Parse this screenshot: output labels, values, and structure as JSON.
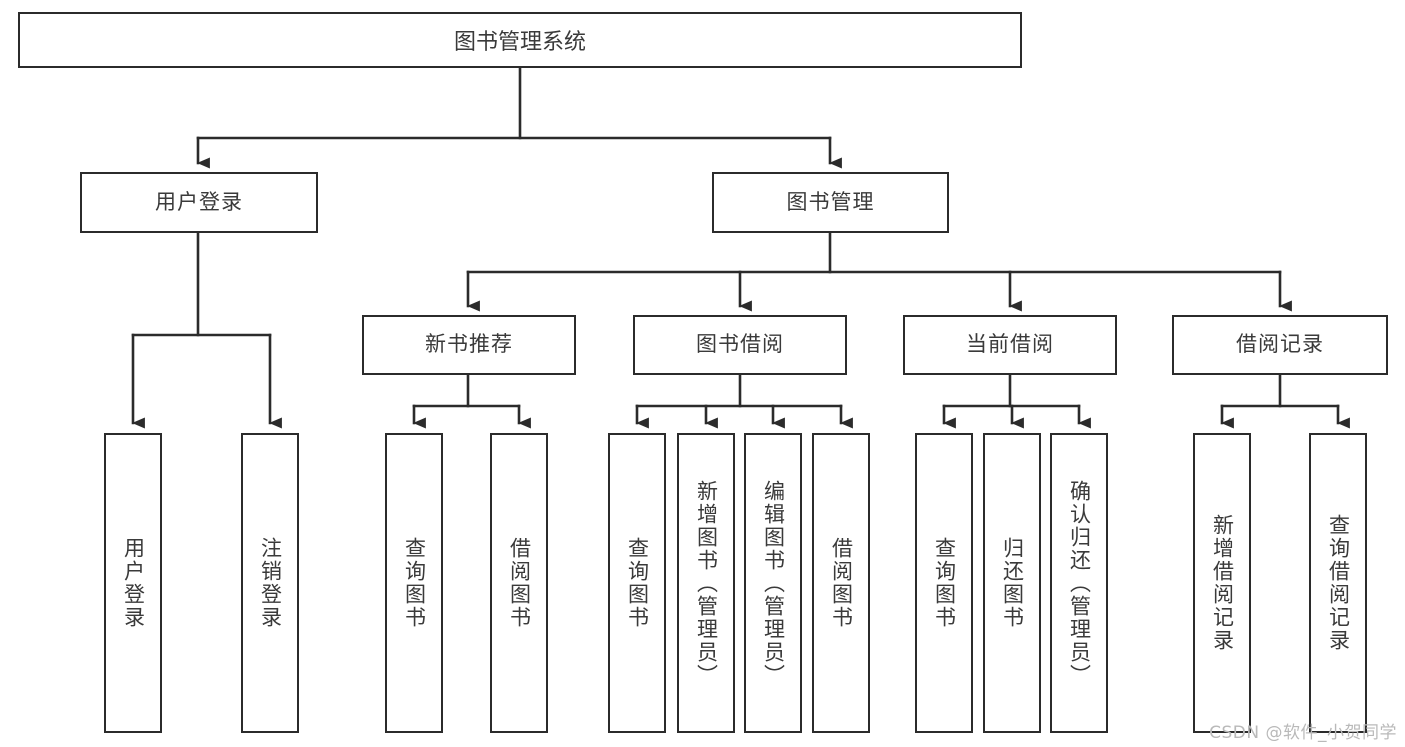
{
  "diagram": {
    "type": "tree-hierarchy",
    "title": "图书管理系统",
    "root": {
      "id": "root",
      "label": "图书管理系统"
    },
    "level1": [
      {
        "id": "user-login",
        "label": "用户登录"
      },
      {
        "id": "book-manage",
        "label": "图书管理"
      }
    ],
    "level2": [
      {
        "id": "new-book-recommend",
        "label": "新书推荐",
        "parent": "book-manage"
      },
      {
        "id": "book-borrow",
        "label": "图书借阅",
        "parent": "book-manage"
      },
      {
        "id": "current-borrow",
        "label": "当前借阅",
        "parent": "book-manage"
      },
      {
        "id": "borrow-record",
        "label": "借阅记录",
        "parent": "book-manage"
      }
    ],
    "leaves": [
      {
        "id": "leaf-user-login",
        "label": "用户登录",
        "parent": "user-login"
      },
      {
        "id": "leaf-logout",
        "label": "注销登录",
        "parent": "user-login"
      },
      {
        "id": "leaf-query-book-1",
        "label": "查询图书",
        "parent": "new-book-recommend"
      },
      {
        "id": "leaf-borrow-book-1",
        "label": "借阅图书",
        "parent": "new-book-recommend"
      },
      {
        "id": "leaf-query-book-2",
        "label": "查询图书",
        "parent": "book-borrow"
      },
      {
        "id": "leaf-add-book",
        "label": "新增图书（管理员）",
        "parent": "book-borrow"
      },
      {
        "id": "leaf-edit-book",
        "label": "编辑图书（管理员）",
        "parent": "book-borrow"
      },
      {
        "id": "leaf-borrow-book-2",
        "label": "借阅图书",
        "parent": "book-borrow"
      },
      {
        "id": "leaf-query-book-3",
        "label": "查询图书",
        "parent": "current-borrow"
      },
      {
        "id": "leaf-return-book",
        "label": "归还图书",
        "parent": "current-borrow"
      },
      {
        "id": "leaf-confirm-return",
        "label": "确认归还（管理员）",
        "parent": "current-borrow"
      },
      {
        "id": "leaf-add-record",
        "label": "新增借阅记录",
        "parent": "borrow-record"
      },
      {
        "id": "leaf-query-record",
        "label": "查询借阅记录",
        "parent": "borrow-record"
      }
    ],
    "colors": {
      "stroke": "#2b2b2b",
      "text": "#3a3a3a",
      "background": "#ffffff",
      "watermark": "#b9b9b9"
    }
  },
  "watermark": {
    "text": "CSDN @软件_小贺同学"
  }
}
